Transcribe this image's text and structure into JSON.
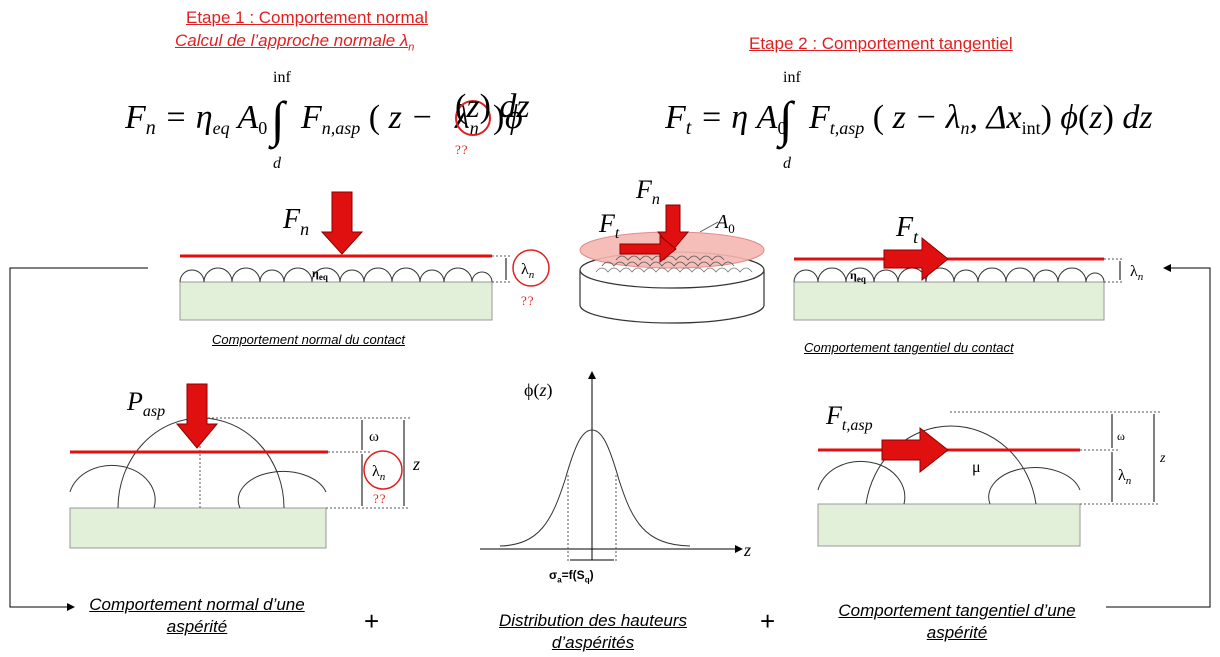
{
  "step1": {
    "title": "Etape 1 : Comportement normal",
    "subtitle": "Calcul de l’approche normale λ",
    "subtitle_sub": "n",
    "formula_label": "Fn = ηeq A0 ∫d^inf Fn,asp (z − λn) φ(z) dz",
    "integral_upper": "inf",
    "integral_lower": "d",
    "unknown_mark": "??"
  },
  "step2": {
    "title": "Etape 2 : Comportement tangentiel",
    "formula_label": "Ft = η A0 ∫d^inf Ft,asp (z − λn, Δxint) φ(z) dz",
    "integral_upper": "inf",
    "integral_lower": "d"
  },
  "normal_contact": {
    "force_label": "F",
    "force_sub": "n",
    "eta_label": "η",
    "eta_sub": "eq",
    "lambda_label": "λ",
    "lambda_sub": "n",
    "unknown_mark": "??",
    "caption": "Comportement normal du contact"
  },
  "center_contact": {
    "fn_label": "F",
    "fn_sub": "n",
    "ft_label": "F",
    "ft_sub": "t",
    "area_label": "A",
    "area_sub": "0"
  },
  "tangential_contact": {
    "force_label": "F",
    "force_sub": "t",
    "eta_label": "η",
    "eta_sub": "eq",
    "lambda_label": "λ",
    "lambda_sub": "n",
    "caption": "Comportement tangentiel du contact"
  },
  "normal_asperity": {
    "force_label": "P",
    "force_sub": "asp",
    "omega_label": "ω",
    "lambda_label": "λ",
    "lambda_sub": "n",
    "z_label": "z",
    "unknown_mark": "??",
    "caption": "Comportement normal d’une aspérité"
  },
  "distribution": {
    "y_label": "ϕ(z)",
    "x_label": "z",
    "sigma_label": "σ",
    "sigma_sub": "a",
    "sigma_rest": "=f(S",
    "sq_sub": "q",
    "sigma_close": ")",
    "caption": "Distribution des hauteurs d’aspérités"
  },
  "tangential_asperity": {
    "force_label": "F",
    "force_sub": "t,asp",
    "omega_label": "ω",
    "lambda_label": "λ",
    "lambda_sub": "n",
    "z_label": "z",
    "mu_label": "μ",
    "caption": "Comportement tangentiel d’une aspérité"
  },
  "plus_sign": "+",
  "colors": {
    "accent_red": "#e02020",
    "substrate_green": "#e2efd9",
    "light_red": "#f5b7b1"
  }
}
